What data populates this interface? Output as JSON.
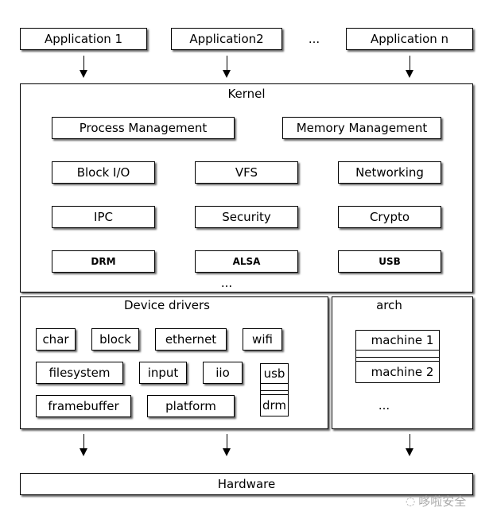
{
  "applications": [
    "Application 1",
    "Application2",
    "Application n"
  ],
  "app_ellipsis": "...",
  "kernel": {
    "title": "Kernel",
    "items": [
      "Process Management",
      "Memory Management",
      "Block I/O",
      "VFS",
      "Networking",
      "IPC",
      "Security",
      "Crypto",
      "DRM",
      "ALSA",
      "USB"
    ],
    "ellipsis": "..."
  },
  "drivers": {
    "title": "Device drivers",
    "items": [
      "char",
      "block",
      "ethernet",
      "wifi",
      "filesystem",
      "input",
      "iio",
      "framebuffer",
      "platform"
    ],
    "stack": [
      "usb",
      "drm"
    ]
  },
  "arch": {
    "title": "arch",
    "stack": [
      "machine 1",
      "machine 2"
    ],
    "ellipsis": "..."
  },
  "hardware": "Hardware",
  "watermark": "哆啦安全"
}
